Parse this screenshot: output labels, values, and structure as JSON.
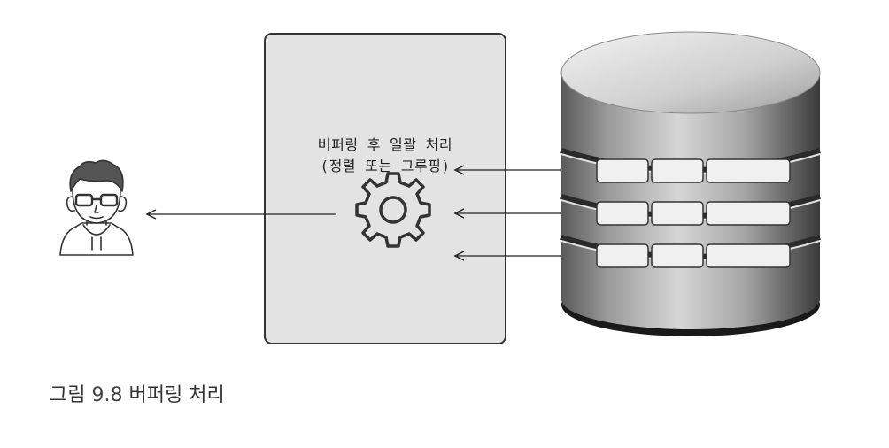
{
  "process_box": {
    "line1": "버퍼링 후 일괄 처리",
    "line2": "(정렬 또는 그루핑)",
    "icon": "gear-icon"
  },
  "user": {
    "icon": "user-avatar-icon"
  },
  "database": {
    "icon": "database-icon",
    "record_rows": 3
  },
  "caption": {
    "prefix": "그림",
    "number": "9.8",
    "title": "버퍼링 처리"
  },
  "colors": {
    "panel": "#e3e3e3",
    "panel_border": "#333333",
    "arrow": "#222222"
  }
}
